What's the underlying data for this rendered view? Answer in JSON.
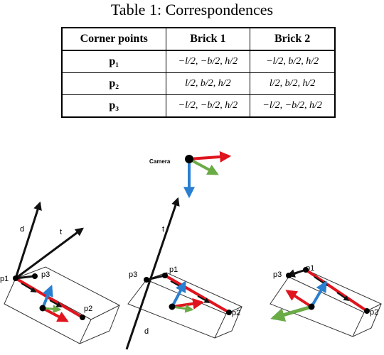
{
  "caption": "Table 1: Correspondences",
  "table": {
    "headers": [
      "Corner points",
      "Brick 1",
      "Brick 2"
    ],
    "rows": [
      {
        "point": "p₁",
        "brick1": "−l/2, −b/2, h/2",
        "brick2": "−l/2, b/2, h/2"
      },
      {
        "point": "p₂",
        "brick1": "l/2, b/2, h/2",
        "brick2": "l/2, b/2, h/2"
      },
      {
        "point": "p₃",
        "brick1": "−l/2, −b/2, h/2",
        "brick2": "−l/2, −b/2, h/2"
      }
    ]
  },
  "figure": {
    "camera_label": "Camera",
    "panel1": {
      "d": "d",
      "t": "t",
      "p1": "p1",
      "p2": "p2",
      "p3": "p3"
    },
    "panel2": {
      "t": "t",
      "d": "d",
      "p1": "p1",
      "p2": "p2",
      "p3": "p3"
    },
    "panel3": {
      "p1": "p1",
      "p2": "p2",
      "p3": "p3"
    },
    "colors": {
      "x_axis": "#e0141e",
      "y_axis": "#2a7fd0",
      "z_axis": "#6aab46",
      "line": "#111111"
    }
  }
}
